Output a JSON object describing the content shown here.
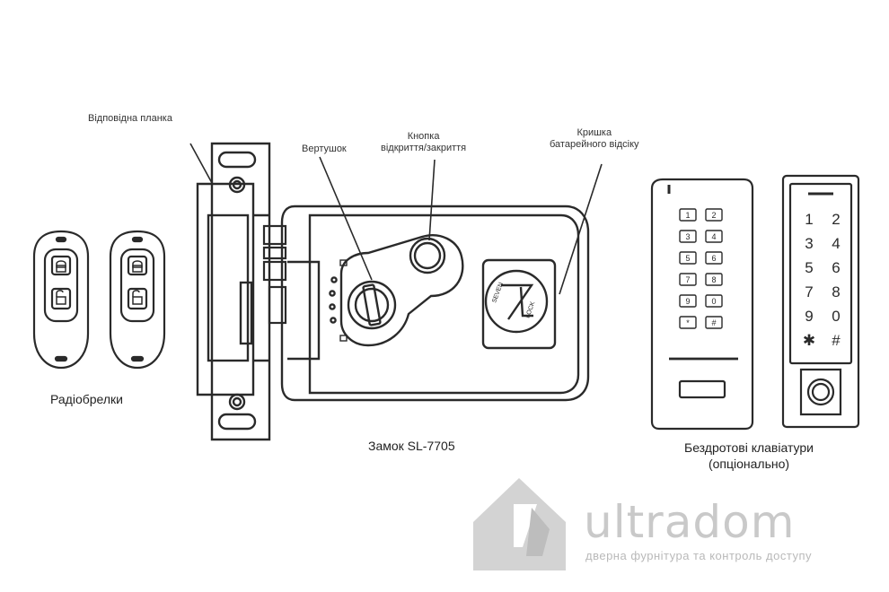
{
  "labels": {
    "strike_plate": "Відповідна планка",
    "thumb_turn": "Вертушок",
    "open_close_button": "Кнопка\nвідкриття/закриття",
    "battery_cover": "Кришка\nбатарейного відсіку"
  },
  "captions": {
    "remotes": "Радіобрелки",
    "lock": "Замок SL-7705",
    "keypads": "Бездротові  клавіатури\n(опціонально)"
  },
  "lock_logo": {
    "top": "SEVEN",
    "bottom": "LOCK"
  },
  "keypad_keys": [
    "1",
    "2",
    "3",
    "4",
    "5",
    "6",
    "7",
    "8",
    "9",
    "0",
    "*",
    "#"
  ],
  "touch_keys": [
    "1",
    "2",
    "3",
    "4",
    "5",
    "6",
    "7",
    "8",
    "9",
    "0",
    "✱",
    "#"
  ],
  "watermark": {
    "brand": "ultradom",
    "tagline": "дверна фурнітура та контроль доступу"
  }
}
